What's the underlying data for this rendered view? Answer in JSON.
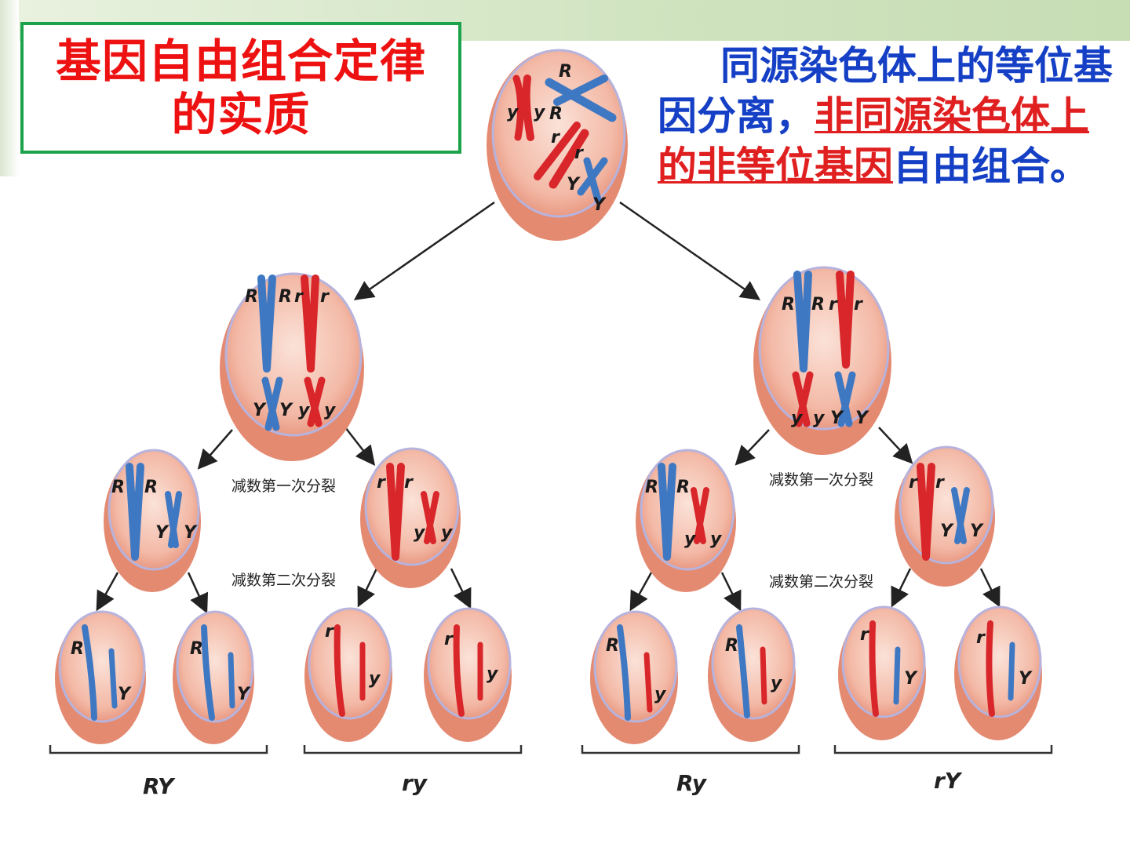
{
  "title": {
    "line1": "基因自由组合定律",
    "line2": "的实质"
  },
  "description": {
    "part1": "同源染色体上的等位基因分离，",
    "part2_highlight": "非同源染色体上的非等位基因",
    "part3": "自由组合。"
  },
  "stages": {
    "meiosis1": "减数第一次分裂",
    "meiosis2": "减数第二次分裂"
  },
  "gamete_groups": [
    "RY",
    "ry",
    "Ry",
    "rY"
  ],
  "alleles": {
    "R": "R",
    "r": "r",
    "Y": "Y",
    "y": "y"
  },
  "colors": {
    "title_red": "#ee1111",
    "title_border": "#1aa34a",
    "desc_blue": "#1540c6",
    "highlight_red": "#e02020",
    "chromosome_blue": "#3f78c2",
    "chromosome_red": "#d8262a",
    "cell_fill": "#f4b7a3",
    "cell_membrane": "#b7b3dc"
  }
}
